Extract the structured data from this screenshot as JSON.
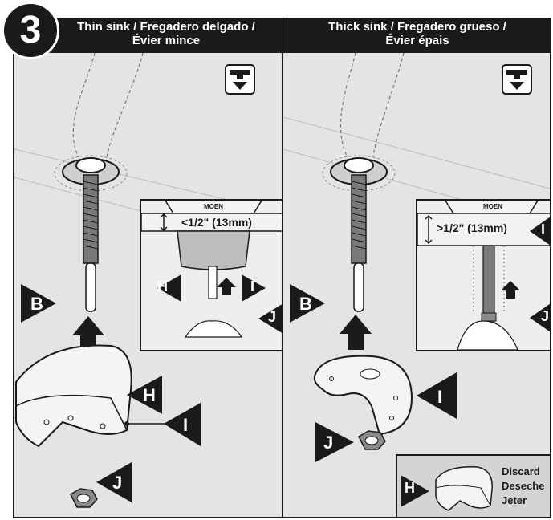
{
  "step": {
    "number": "3"
  },
  "left": {
    "title_line1": "Thin sink / Fregadero delgado /",
    "title_line2": "Évier mince",
    "inset_measure": "<1/2\" (13mm)",
    "brand": "MOEN",
    "labels": {
      "b": "B",
      "h_main": "H",
      "i_main": "I",
      "j_main": "J",
      "h_inset": "H",
      "i_inset": "I",
      "j_inset": "J"
    }
  },
  "right": {
    "title_line1": "Thick sink /  Fregadero grueso /",
    "title_line2": "Évier épais",
    "inset_measure": ">1/2\" (13mm)",
    "brand": "MOEN",
    "labels": {
      "b": "B",
      "i_main": "I",
      "j_main": "J",
      "i_inset": "I",
      "j_inset": "J"
    }
  },
  "discard": {
    "label": "H",
    "line1": "Discard",
    "line2": "Deseche",
    "line3": "Jeter"
  },
  "icons": {
    "toolbar_icon": "faucet-tighten-down-icon"
  },
  "colors": {
    "dark": "#1a1a1a",
    "panel": "#e4e4e4",
    "white": "#ffffff"
  }
}
